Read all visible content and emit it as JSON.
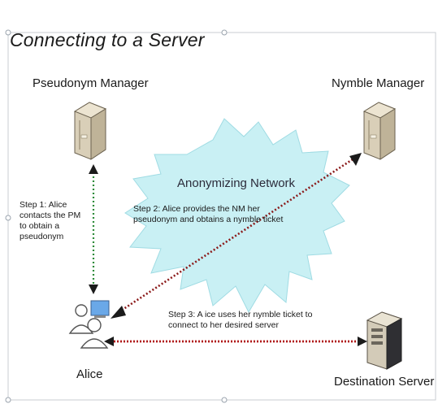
{
  "diagram": {
    "title": "Connecting to a Server",
    "nodes": {
      "pseudonym_manager": "Pseudonym Manager",
      "nymble_manager": "Nymble Manager",
      "alice": "Alice",
      "destination_server": "Destination Server"
    },
    "network_label": "Anonymizing Network",
    "steps": {
      "step1": "Step 1: Alice contacts the PM to obtain a pseudonym",
      "step2": "Step 2: Alice provides the NM her pseudonym and obtains a nymble ticket",
      "step3": "Step 3: A ice uses her nymble ticket to connect to her desired server"
    },
    "colors": {
      "cloud": "#c9f0f4",
      "step1_arrow": "#2e8b3a",
      "step2_arrow": "#8b1a1a",
      "step3_arrow": "#b01818",
      "server": "#d9cfb8"
    }
  }
}
